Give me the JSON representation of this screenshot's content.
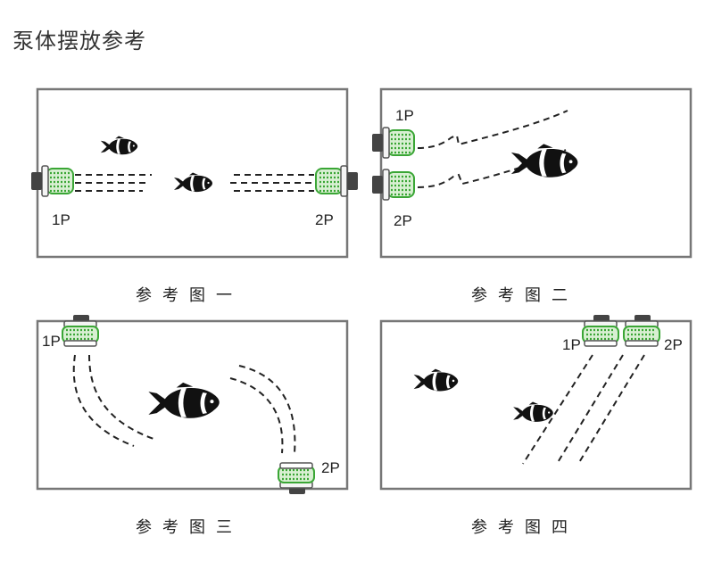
{
  "title": "泵体摆放参考",
  "panels": [
    {
      "caption": "参考图一",
      "labels": {
        "pump_1": "1P",
        "pump_2": "2P"
      }
    },
    {
      "caption": "参考图二",
      "labels": {
        "pump_1": "1P",
        "pump_2": "2P"
      }
    },
    {
      "caption": "参考图三",
      "labels": {
        "pump_1": "1P",
        "pump_2": "2P"
      }
    },
    {
      "caption": "参考图四",
      "labels": {
        "pump_1": "1P",
        "pump_2": "2P"
      }
    }
  ],
  "colors": {
    "pump_green": "#3aa635",
    "pump_light": "#d8efd2",
    "tank_border": "#777777",
    "fish": "#111111",
    "text": "#222222"
  },
  "icons": [
    "wave-pump-icon",
    "clownfish-icon"
  ]
}
